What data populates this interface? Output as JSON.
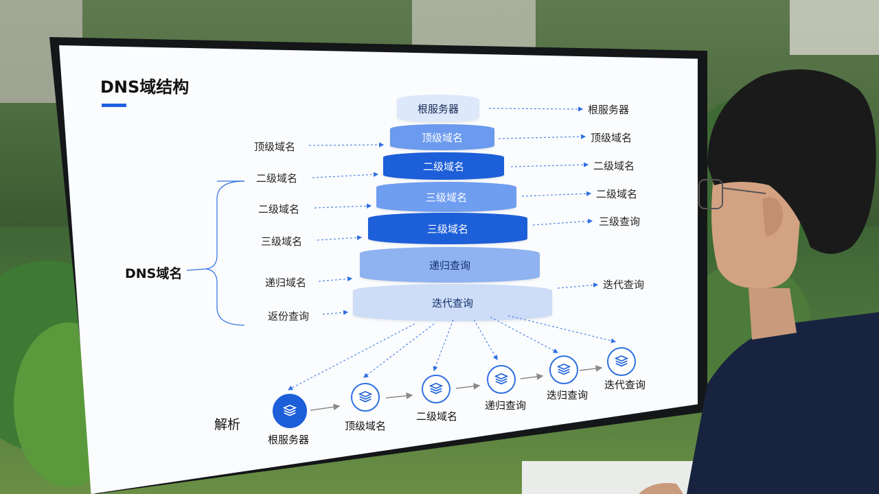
{
  "slide": {
    "title": "DNS域结构",
    "pyramid": [
      {
        "label": "根服务器"
      },
      {
        "label": "顶级域名"
      },
      {
        "label": "二级域名"
      },
      {
        "label": "三级域名"
      },
      {
        "label": "三级域名"
      },
      {
        "label": "递归查询"
      },
      {
        "label": "迭代查询"
      }
    ],
    "left_labels": [
      "顶级域名",
      "二级域名",
      "二级域名",
      "三级域名",
      "递归域名",
      "返份查询"
    ],
    "left_group_label": "DNS域名",
    "right_labels": [
      "根服务器",
      "顶级域名",
      "二级域名",
      "二级域名",
      "三级查询",
      "迭代查询"
    ],
    "flow_label": "解析",
    "flow_nodes": [
      "根服务器",
      "顶级域名",
      "二级域名",
      "递归查询",
      "迭归查询",
      "迭代查询"
    ]
  },
  "colors": {
    "accent": "#1f5fe0",
    "pyramid_dark": "#1d5fd8",
    "pyramid_mid": "#4f86ea",
    "pyramid_light": "#b7cff5"
  }
}
